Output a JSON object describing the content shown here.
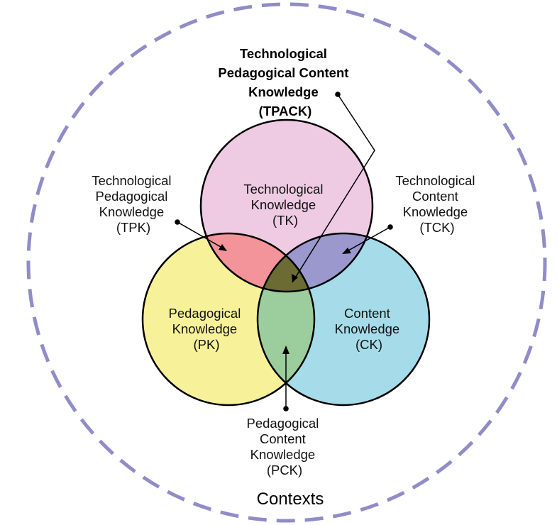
{
  "colors": {
    "contexts_ring": "#8f8cc8",
    "tk": "#efcbe3",
    "pk": "#f7f29a",
    "ck": "#a6dcea",
    "tpk": "#f3939a",
    "tck": "#9a98cd",
    "pck": "#9ccd9c",
    "tpack": "#6b6b33"
  },
  "circles": {
    "tk": {
      "lines": [
        "Technological",
        "Knowledge",
        "(TK)"
      ]
    },
    "pk": {
      "lines": [
        "Pedagogical",
        "Knowledge",
        "(PK)"
      ]
    },
    "ck": {
      "lines": [
        "Content",
        "Knowledge",
        "(CK)"
      ]
    }
  },
  "callouts": {
    "tpack": {
      "lines": [
        "Technological",
        "Pedagogical Content",
        "Knowledge",
        "(TPACK)"
      ]
    },
    "tpk": {
      "lines": [
        "Technological",
        "Pedagogical",
        "Knowledge",
        "(TPK)"
      ]
    },
    "tck": {
      "lines": [
        "Technological",
        "Content",
        "Knowledge",
        "(TCK)"
      ]
    },
    "pck": {
      "lines": [
        "Pedagogical",
        "Content",
        "Knowledge",
        "(PCK)"
      ]
    }
  },
  "contexts": {
    "label": "Contexts"
  }
}
